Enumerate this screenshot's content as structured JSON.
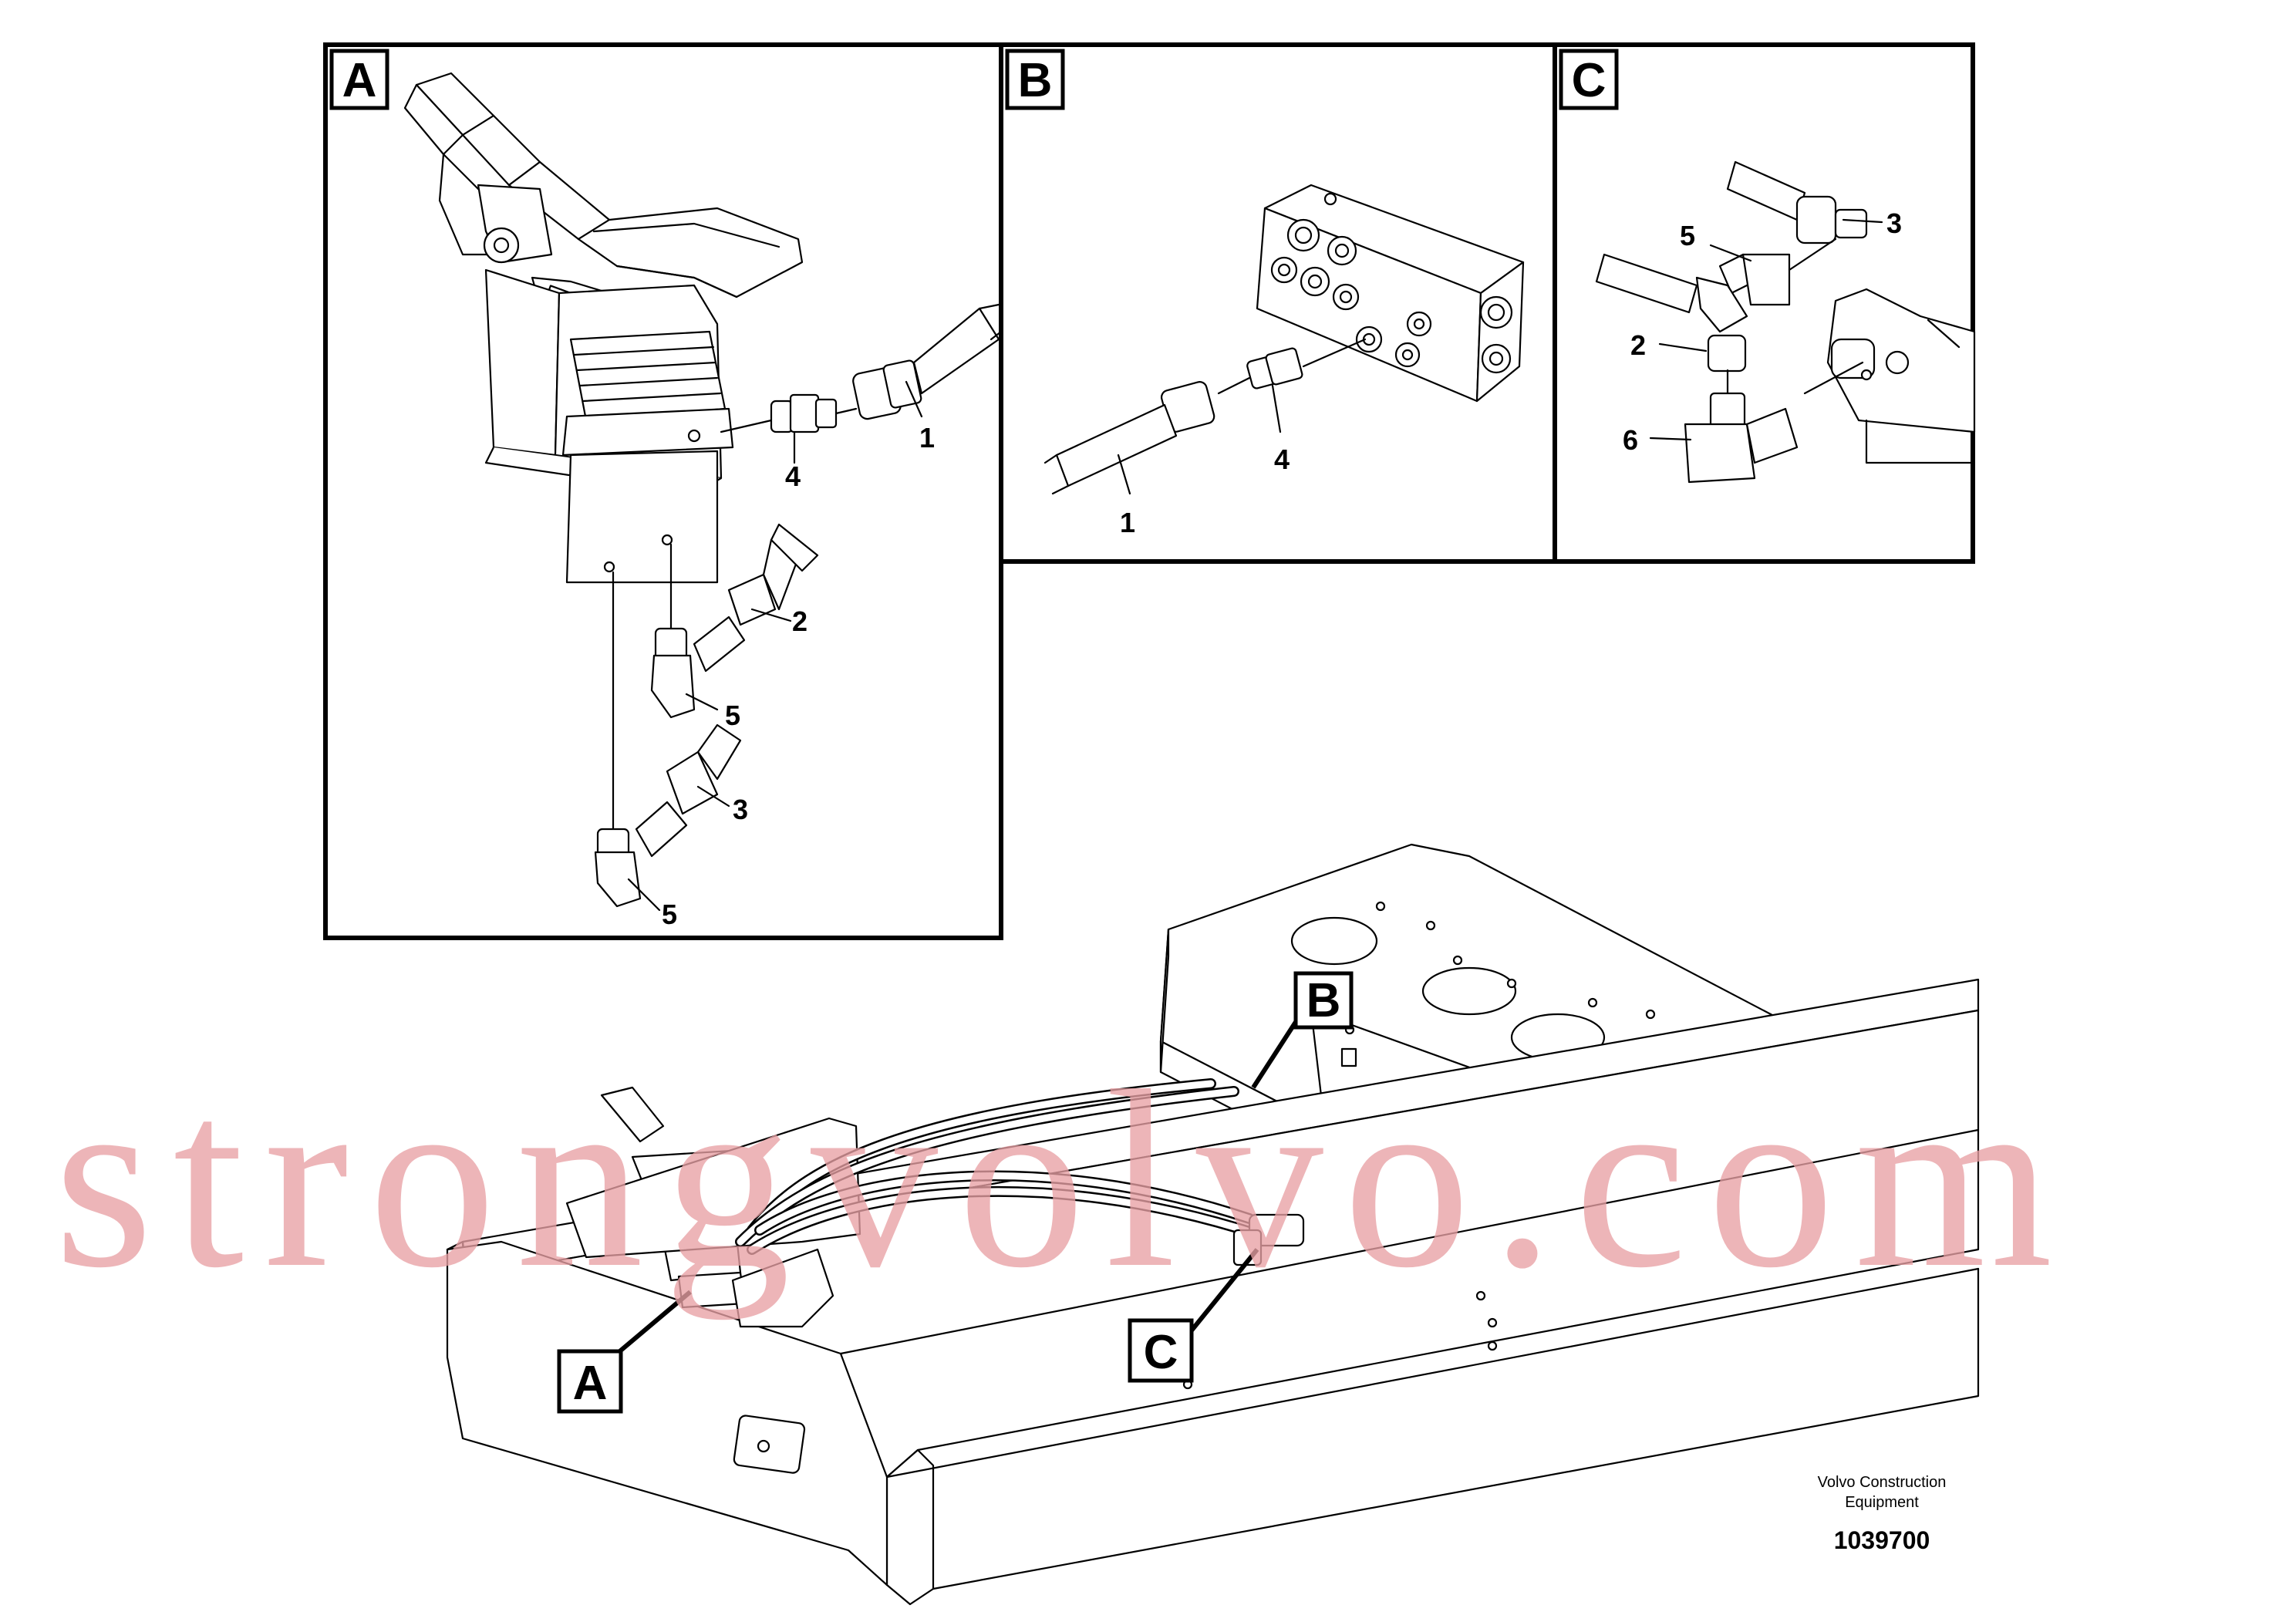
{
  "views": [
    {
      "id": "A",
      "label": "A",
      "callouts": [
        "1",
        "4",
        "2",
        "5",
        "3",
        "5"
      ]
    },
    {
      "id": "B",
      "label": "B",
      "callouts": [
        "4",
        "1"
      ]
    },
    {
      "id": "C",
      "label": "C",
      "callouts": [
        "3",
        "5",
        "2",
        "6"
      ]
    }
  ],
  "overview_labels": [
    "B",
    "A",
    "C"
  ],
  "watermark": "strongvolvo.com",
  "publisher": {
    "line1": "Volvo Construction",
    "line2": "Equipment",
    "number": "1039700"
  }
}
